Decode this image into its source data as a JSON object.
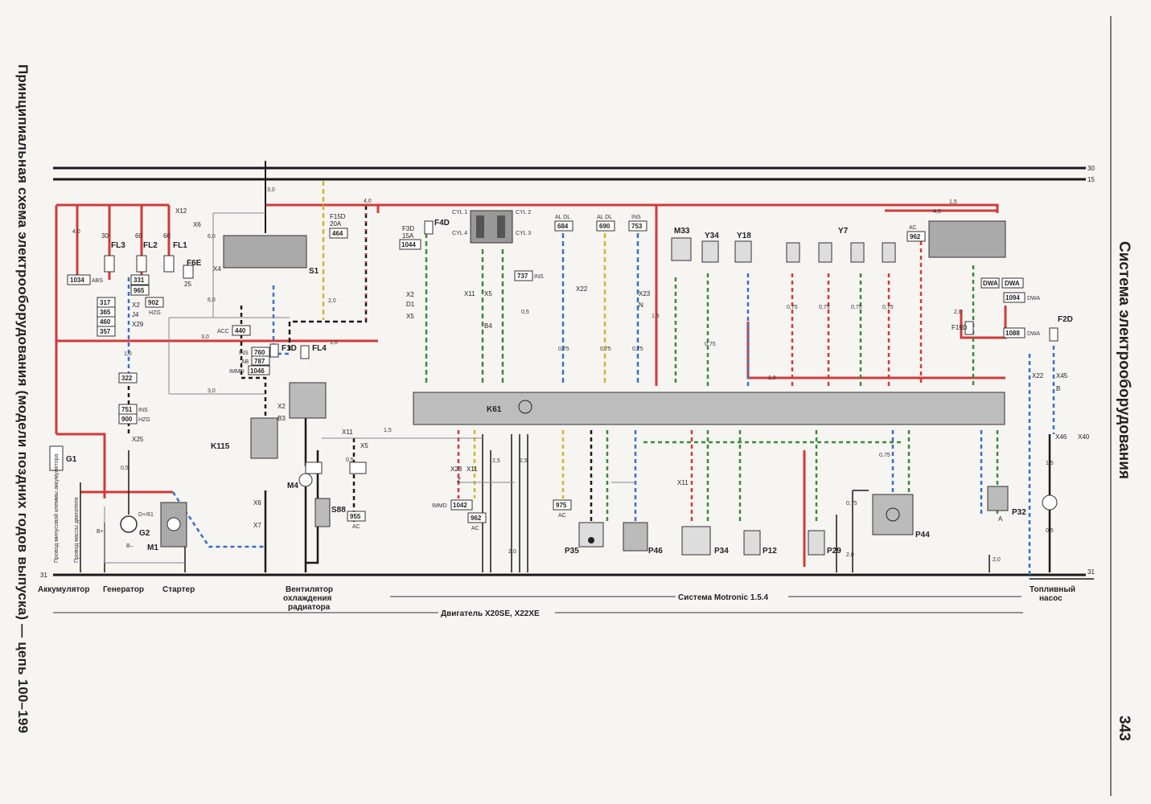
{
  "page": {
    "side_title": "Принципиальная схема электрооборудования (модели поздних годов выпуска) — цепь 100–199",
    "right_title": "Система электрооборудования",
    "page_number": "343"
  },
  "rails": {
    "top1": "30",
    "top2": "15",
    "bottom": "31",
    "bottom_left": "31"
  },
  "ecu": {
    "label": "K61"
  },
  "components": {
    "g1": "G1",
    "g2": "G2",
    "m1": "M1",
    "m4": "M4",
    "s88": "S88",
    "k115": "K115",
    "s1": "S1",
    "m33": "M33",
    "y34": "Y34",
    "y18": "Y18",
    "y7": "Y7",
    "p35": "P35",
    "p46": "P46",
    "p34": "P34",
    "p12": "P12",
    "p29": "P29",
    "p44": "P44",
    "p32": "P32"
  },
  "fuses": {
    "fl3": "FL3",
    "fl2": "FL2",
    "fl1": "FL1",
    "f6e": "F6E",
    "f15d": "F15D",
    "f15d_rating": "20A",
    "f3d": "F3D",
    "f3d_rating": "15A",
    "f4d": "F4D",
    "f1d": "F1D",
    "fl4": "FL4",
    "f19d": "F19D",
    "f2d": "F2D"
  },
  "fuse_values": {
    "fl3": "30",
    "fl2": "60",
    "fl1": "60",
    "f6e": "25"
  },
  "connectors": {
    "x12": "X12",
    "x6": "X6",
    "x4": "X4",
    "x2": "X2",
    "x29": "X29",
    "j4": "J4",
    "x25": "X25",
    "x5": "X5",
    "x11": "X11",
    "x22": "X22",
    "x23": "X23",
    "x7": "X7",
    "x45": "X45",
    "x46": "X46",
    "x40": "X40",
    "d1": "D1",
    "b3": "B3",
    "b4": "B4",
    "b_label": "B",
    "n_label": "N",
    "a_label": "A",
    "z_label": "Z"
  },
  "circuit_codes": {
    "c1034": "1034",
    "abs": "ABS",
    "c331": "331",
    "c965": "965",
    "c902": "902",
    "hzg": "HZG",
    "c317": "317",
    "c365": "365",
    "c460": "460",
    "c357": "357",
    "c322": "322",
    "c751": "751",
    "ins": "INS",
    "c900": "900",
    "c440": "440",
    "acc": "ACC",
    "c760": "760",
    "c787": "787",
    "ab": "AB",
    "c1046": "1046",
    "immd": "IMMD",
    "c464": "464",
    "c1044": "1044",
    "c737": "737",
    "c684": "684",
    "c690": "690",
    "c753": "753",
    "al_dl": "AL DL",
    "c962": "962",
    "ac": "AC",
    "dwa": "DWA",
    "c1094": "1094",
    "c1088": "1088",
    "c1042": "1042",
    "c975": "975",
    "c955": "955",
    "c962b": "962",
    "cyl1": "CYL 1",
    "cyl2": "CYL 2",
    "cyl3": "CYL 3",
    "cyl4": "CYL 4"
  },
  "wire_sizes": {
    "w40": "4,0",
    "w30": "3,0",
    "w60": "6,0",
    "w25": "2,5",
    "w20": "2,0",
    "w15": "1,5",
    "w10": "1,0",
    "w075": "0,75",
    "w05": "0,5"
  },
  "bottom_labels": {
    "accumulator": "Аккумулятор",
    "generator": "Генератор",
    "starter": "Стартер",
    "fan_line1": "Вентилятор",
    "fan_line2": "охлаждения",
    "fan_line3": "радиатора",
    "motronic": "Система Motronic 1.5.4",
    "fuel_pump_line1": "Топливный",
    "fuel_pump_line2": "насос",
    "engine": "Двигатель X20SE, X22XE"
  },
  "small_labels": {
    "battery_neg": "Провод минусовой клеммы аккумулятора",
    "engine_ground": "Провод массы двигателя",
    "dplus": "D+/61",
    "bplus": "B+",
    "bminus": "B–"
  },
  "colors": {
    "red": "#d23a3a",
    "black": "#1a1a1a",
    "green": "#3a8a3a",
    "blue": "#3a6fc4",
    "yellow": "#d6b52a",
    "brown": "#7a4a2a",
    "violet": "#8a4ab0",
    "orange": "#e08a2a",
    "ecu_fill": "#bdbdbd"
  },
  "icons": {
    "motor": "motor-icon",
    "generator": "generator-icon",
    "ground": "ground-icon"
  }
}
